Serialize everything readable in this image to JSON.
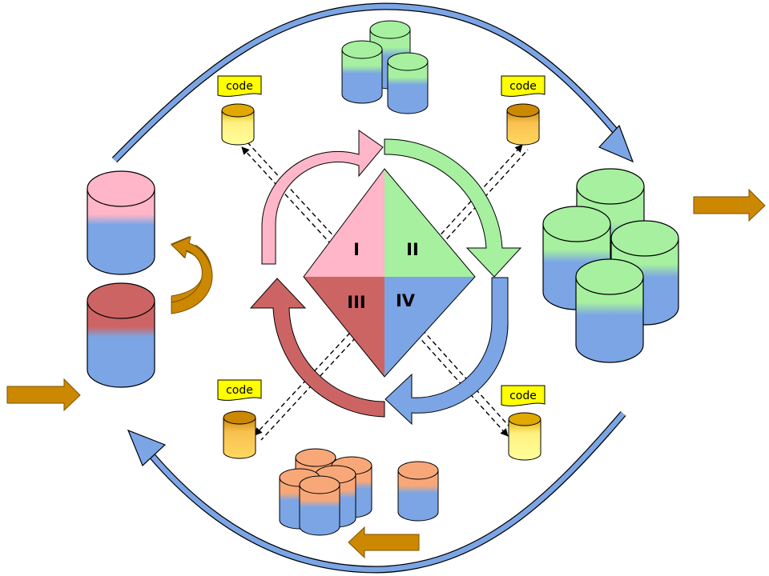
{
  "quadrants": {
    "q1": "I",
    "q2": "II",
    "q3": "III",
    "q4": "IV"
  },
  "code_tags": {
    "top_left": "code",
    "top_right": "code",
    "bottom_left": "code",
    "bottom_right": "code"
  },
  "colors": {
    "pink": "#ffb6c8",
    "green": "#a6f0a0",
    "red": "#cd6464",
    "blue": "#7ba5e5",
    "orange": "#f8a878",
    "gold": "#cc8800",
    "code_yellow": "#ffff00"
  }
}
